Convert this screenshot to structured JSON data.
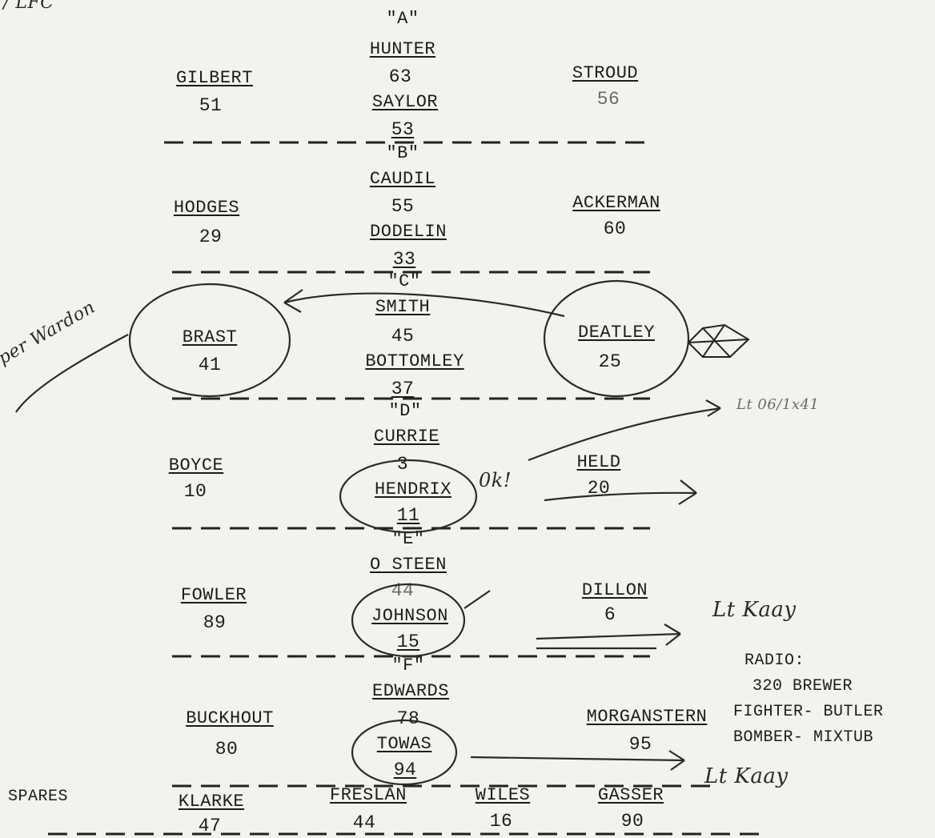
{
  "header": {
    "corner": "/ LFC"
  },
  "flights": [
    {
      "label": "\"A\"",
      "left": {
        "name": "GILBERT",
        "num": "51"
      },
      "lead": {
        "name": "HUNTER",
        "num": "63"
      },
      "wing": {
        "name": "SAYLOR",
        "num": "53"
      },
      "right": {
        "name": "STROUD",
        "num": "56"
      }
    },
    {
      "label": "\"B\"",
      "left": {
        "name": "HODGES",
        "num": "29"
      },
      "lead": {
        "name": "CAUDIL",
        "num": "55"
      },
      "wing": {
        "name": "DODELIN",
        "num": "33"
      },
      "right": {
        "name": "ACKERMAN",
        "num": "60"
      }
    },
    {
      "label": "\"C\"",
      "left": {
        "name": "BRAST",
        "num": "41"
      },
      "lead": {
        "name": "SMITH",
        "num": "45"
      },
      "wing": {
        "name": "BOTTOMLEY",
        "num": "37"
      },
      "right": {
        "name": "DEATLEY",
        "num": "25"
      }
    },
    {
      "label": "\"D\"",
      "left": {
        "name": "BOYCE",
        "num": "10"
      },
      "lead": {
        "name": "CURRIE",
        "num": "3"
      },
      "wing": {
        "name": "HENDRIX",
        "num": "11"
      },
      "right": {
        "name": "HELD",
        "num": "20"
      }
    },
    {
      "label": "\"E\"",
      "left": {
        "name": "FOWLER",
        "num": "89"
      },
      "lead": {
        "name": "O STEEN",
        "num": "44"
      },
      "wing": {
        "name": "JOHNSON",
        "num": "15"
      },
      "right": {
        "name": "DILLON",
        "num": "6"
      }
    },
    {
      "label": "\"F\"",
      "left": {
        "name": "BUCKHOUT",
        "num": "80"
      },
      "lead": {
        "name": "EDWARDS",
        "num": "78"
      },
      "wing": {
        "name": "TOWAS",
        "num": "94"
      },
      "right": {
        "name": "MORGANSTERN",
        "num": "95"
      }
    }
  ],
  "spares": {
    "label": "SPARES",
    "items": [
      {
        "name": "KLARKE",
        "num": "47"
      },
      {
        "name": "FRESLAN",
        "num": "44"
      },
      {
        "name": "WILES",
        "num": "16"
      },
      {
        "name": "GASSER",
        "num": "90"
      }
    ]
  },
  "radio": {
    "title": "RADIO:",
    "line1": "320 BREWER",
    "line2": "FIGHTER- BUTLER",
    "line3": "BOMBER- MIXTUB"
  },
  "annotations": {
    "left_margin": "per Wardon",
    "d_note": "0k!",
    "d_arrow_note": "Lt 06/1x41",
    "e_note": "Lt Kaay",
    "f_note": "Lt Kaay"
  }
}
